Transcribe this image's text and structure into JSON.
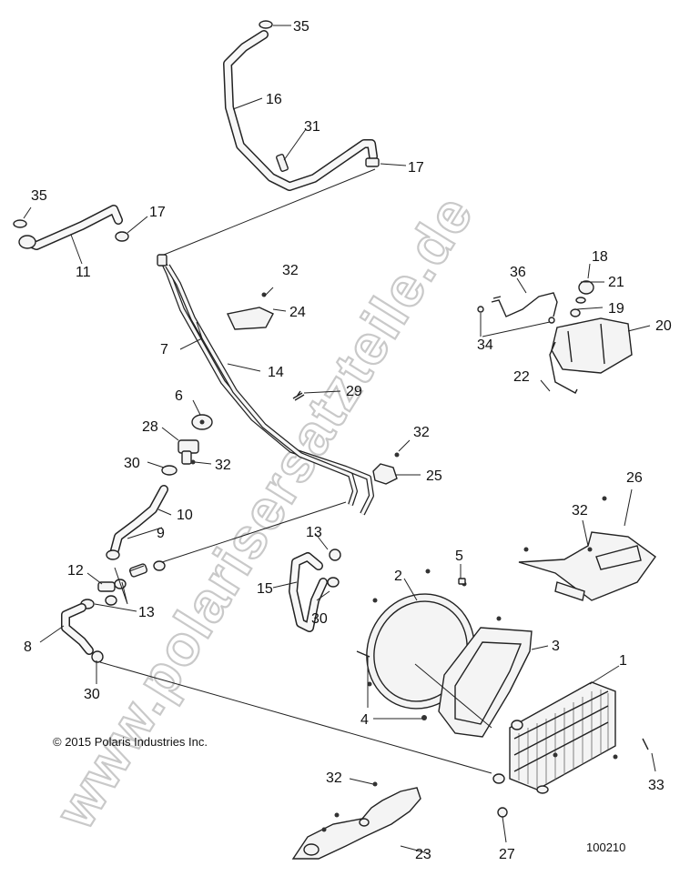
{
  "watermark": "www.polarisersatzteile.de",
  "copyright": "© 2015 Polaris Industries Inc.",
  "figure_number": "100210",
  "callouts": {
    "c1": "1",
    "c2": "2",
    "c3": "3",
    "c4": "4",
    "c5": "5",
    "c6": "6",
    "c7": "7",
    "c8": "8",
    "c9": "9",
    "c10": "10",
    "c11": "11",
    "c12": "12",
    "c13a": "13",
    "c13b": "13",
    "c14": "14",
    "c15": "15",
    "c16": "16",
    "c17a": "17",
    "c17b": "17",
    "c18": "18",
    "c19": "19",
    "c20": "20",
    "c21": "21",
    "c22": "22",
    "c23": "23",
    "c24": "24",
    "c25": "25",
    "c26": "26",
    "c27": "27",
    "c28": "28",
    "c29": "29",
    "c30a": "30",
    "c30b": "30",
    "c30c": "30",
    "c31": "31",
    "c32a": "32",
    "c32b": "32",
    "c32c": "32",
    "c32d": "32",
    "c32e": "32",
    "c33": "33",
    "c34": "34",
    "c35a": "35",
    "c35b": "35",
    "c36": "36"
  }
}
